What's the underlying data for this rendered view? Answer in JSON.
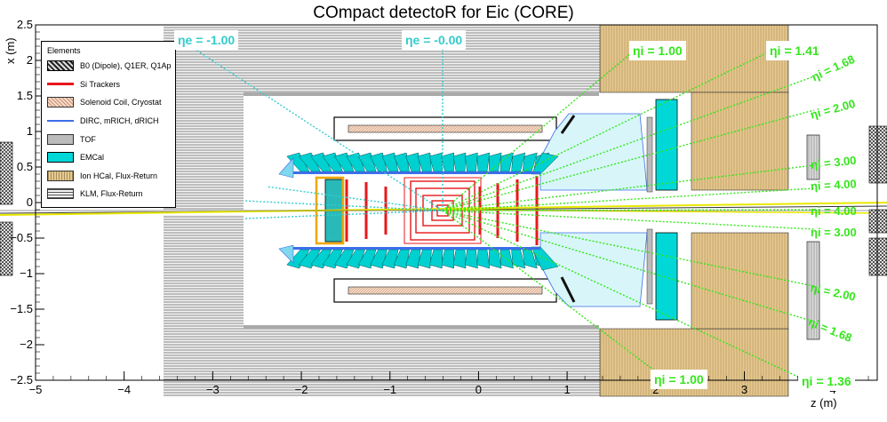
{
  "title": "COmpact detectoR for Eic (CORE)",
  "x_axis_title": "z (m)",
  "y_axis_title": "x (m)",
  "chart_data": {
    "type": "diagram",
    "xlim": [
      -5,
      4.5
    ],
    "ylim": [
      -2.5,
      2.5
    ],
    "x_ticks": [
      "−5",
      "−4",
      "−3",
      "−2",
      "−1",
      "0",
      "1",
      "2",
      "3",
      "4"
    ],
    "y_ticks": [
      "−2.5",
      "−2",
      "−1.5",
      "−1",
      "−0.5",
      "0",
      "0.5",
      "1",
      "1.5",
      "2",
      "2.5"
    ]
  },
  "legend": {
    "header": "Elements",
    "items": [
      {
        "label": "B0 (Dipole), Q1ER, Q1Ap",
        "color": "#888888"
      },
      {
        "label": "Si Trackers",
        "color": "#e8171b"
      },
      {
        "label": "Solenoid Coil, Cryostat",
        "color": "#e8c4a8"
      },
      {
        "label": "DIRC, mRICH, dRICH",
        "color": "#3c6ee8"
      },
      {
        "label": "TOF",
        "color": "#bbbbbb"
      },
      {
        "label": "EMCal",
        "color": "#00d8d8"
      },
      {
        "label": "Ion HCal, Flux-Return",
        "color": "#e0c080"
      },
      {
        "label": "KLM, Flux-Return",
        "color": "#cccccc"
      }
    ]
  },
  "eta_labels": {
    "cyan_1": "ηe = -1.00",
    "cyan_2": "ηe = -0.00",
    "g_top_1": "ηi = 1.00",
    "g_top_141": "ηi = 1.41",
    "g_top_168": "ηi = 1.68",
    "g_top_2": "ηi = 2.00",
    "g_top_3": "ηi = 3.00",
    "g_top_4": "ηi = 4.00",
    "g_bot_4": "ηi = 4.00",
    "g_bot_3": "ηi = 3.00",
    "g_bot_2": "ηi = 2.00",
    "g_bot_168": "ηi = 1.68",
    "g_bot_1": "ηi = 1.00",
    "g_bot_136": "ηi = 1.36"
  }
}
